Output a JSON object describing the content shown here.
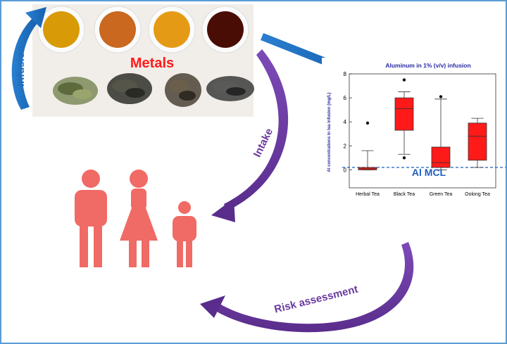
{
  "labels": {
    "infusion": "Infusion",
    "metals": "Metals",
    "intake": "Intake",
    "risk": "Risk assessment",
    "mcl": "Al MCL"
  },
  "colors": {
    "frame": "#5b9bd5",
    "blue_arrow": "#1f6fbf",
    "purple_arrow": "#6a3aa0",
    "people": "#f06a66",
    "metals": "#ff1a1a",
    "box_fill": "#ff1a1a",
    "mcl_line": "#1f5fbf",
    "chart_text": "#2929a3",
    "tea_colors": [
      "#d99a08",
      "#c9681e",
      "#e59a16",
      "#4a0d05"
    ]
  },
  "icons": [
    "tea-cup-icon",
    "tea-leaves-icon",
    "man-icon",
    "woman-icon",
    "child-icon"
  ],
  "chart_data": {
    "type": "box",
    "title": "Aluminum in 1% (v/v) infusion",
    "ylabel": "Al concentrations in tea infusion (mg/L)",
    "xlabel": "",
    "ylim": [
      -1.5,
      8
    ],
    "yticks": [
      0,
      2,
      4,
      6,
      8
    ],
    "categories": [
      "Herbal Tea",
      "Black Tea",
      "Green Tea",
      "Oolong Tea"
    ],
    "boxes": [
      {
        "whisker_low": 0.0,
        "q1": 0.0,
        "median": 0.1,
        "q3": 0.2,
        "whisker_high": 1.6,
        "outliers": [
          3.9
        ]
      },
      {
        "whisker_low": 1.3,
        "q1": 3.3,
        "median": 5.1,
        "q3": 6.0,
        "whisker_high": 6.5,
        "outliers": [
          7.5,
          1.0
        ]
      },
      {
        "whisker_low": 0.0,
        "q1": 0.2,
        "median": 0.6,
        "q3": 1.9,
        "whisker_high": 5.9,
        "outliers": [
          6.1
        ]
      },
      {
        "whisker_low": 0.2,
        "q1": 0.8,
        "median": 2.8,
        "q3": 3.9,
        "whisker_high": 4.3,
        "outliers": []
      }
    ],
    "reference_line": {
      "name": "Al MCL",
      "value": 0.2,
      "style": "dashed"
    },
    "grid": false
  }
}
